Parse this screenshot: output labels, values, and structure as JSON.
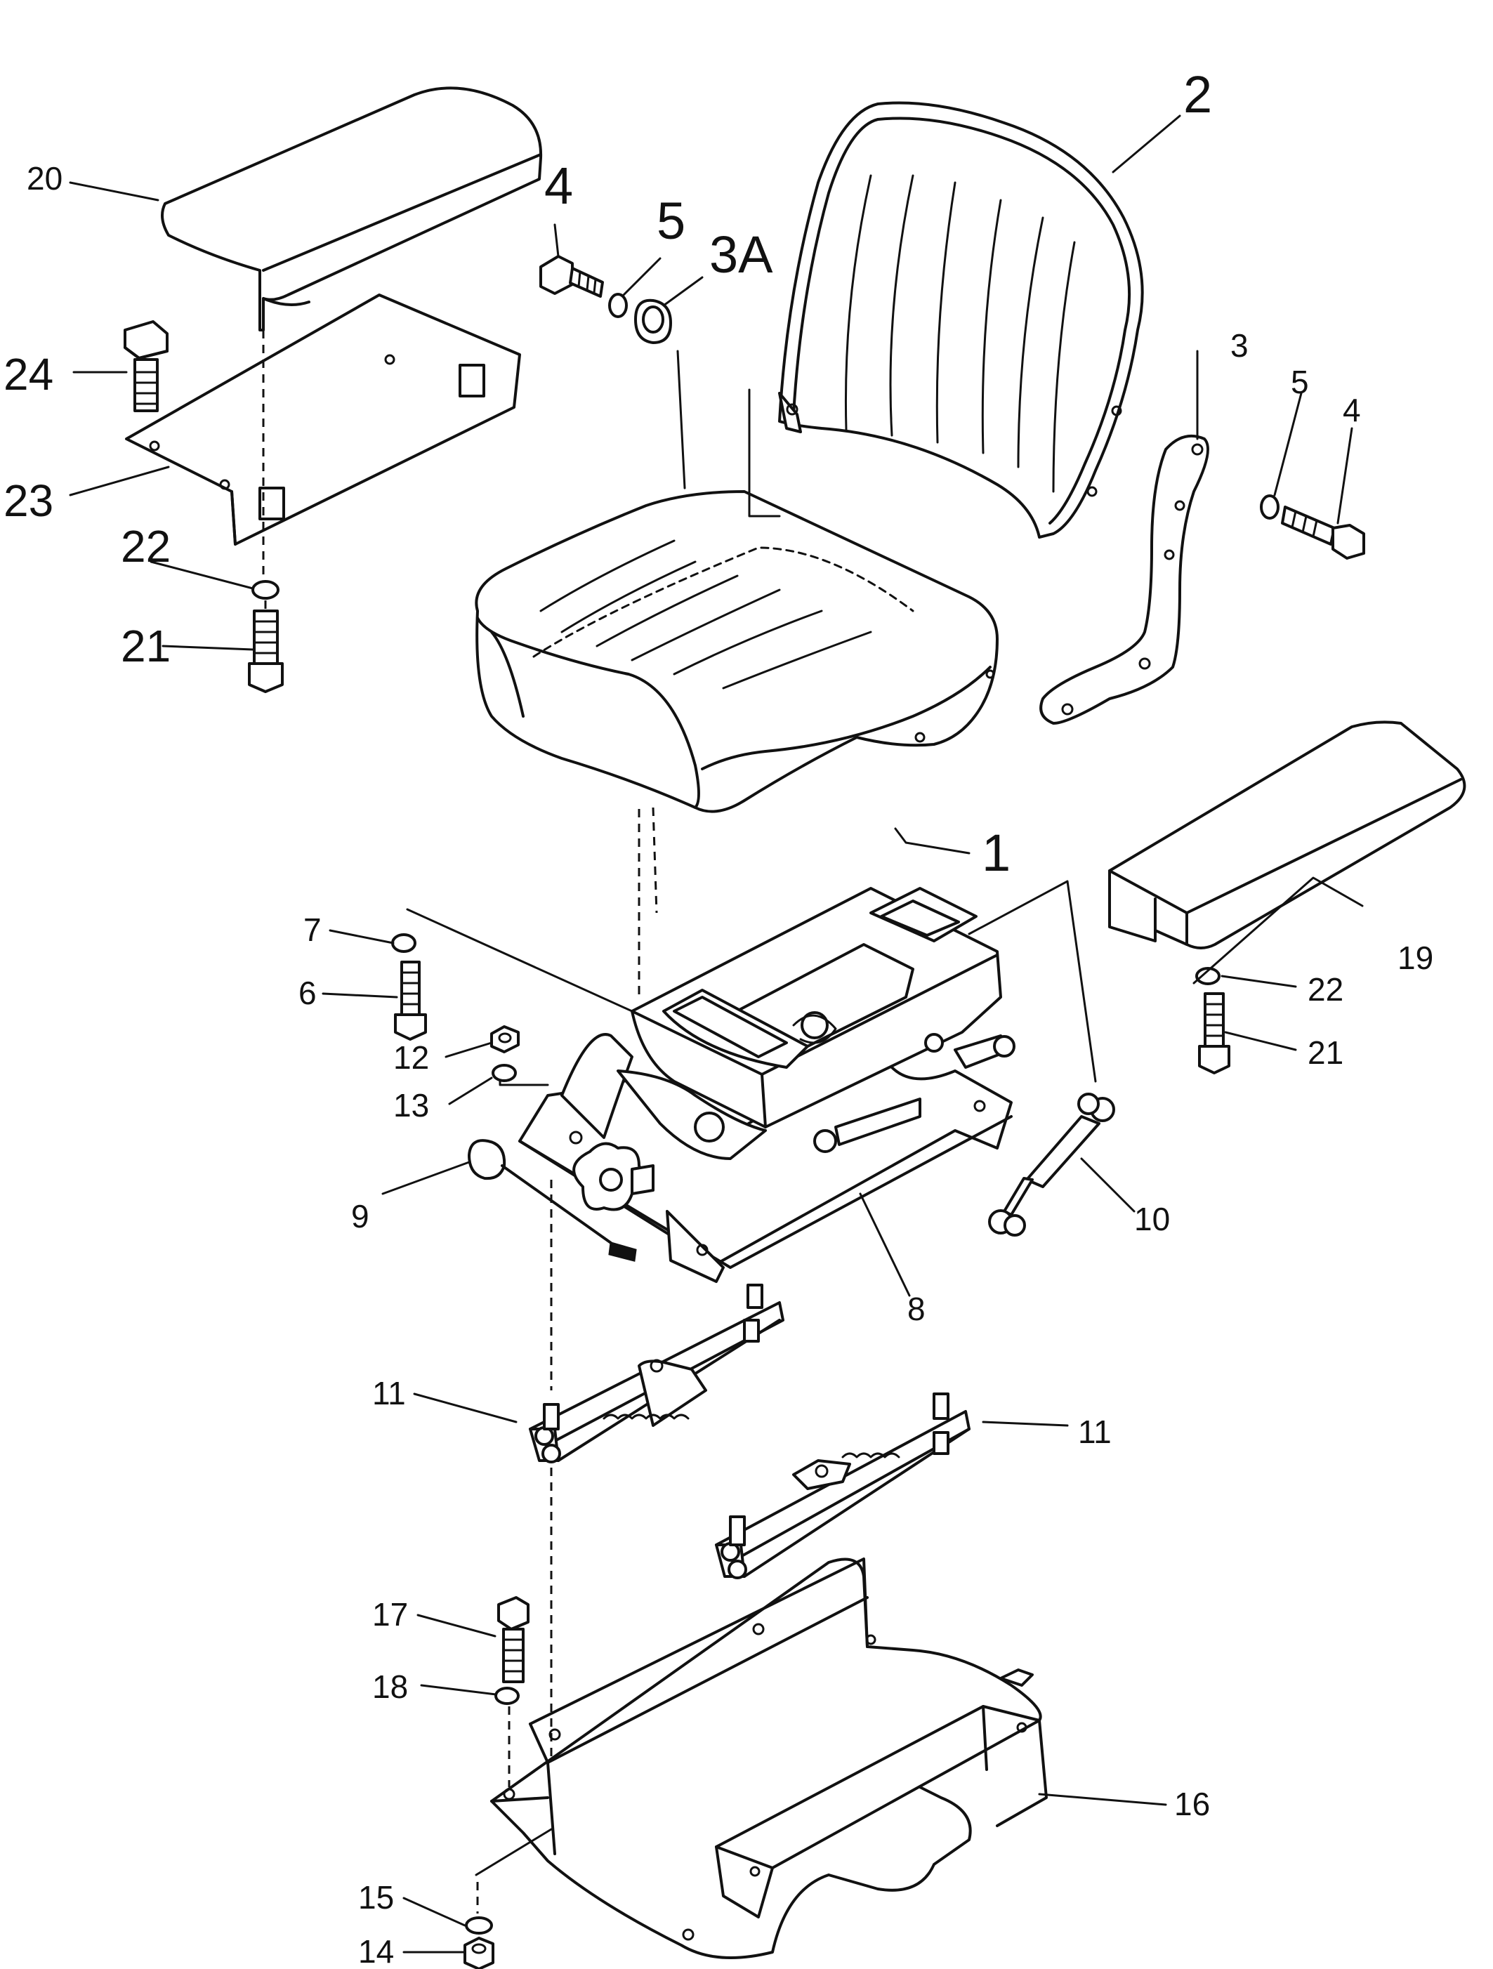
{
  "labels": {
    "p1": "1",
    "p2": "2",
    "p3": "3",
    "p3a": "3A",
    "p4a": "4",
    "p4b": "4",
    "p5a": "5",
    "p5b": "5",
    "p6": "6",
    "p7": "7",
    "p8": "8",
    "p9": "9",
    "p10": "10",
    "p11a": "11",
    "p11b": "11",
    "p12": "12",
    "p13": "13",
    "p14": "14",
    "p15": "15",
    "p16": "16",
    "p17": "17",
    "p18": "18",
    "p19": "19",
    "p20": "20",
    "p21a": "21",
    "p21b": "21",
    "p22a": "22",
    "p22b": "22",
    "p23": "23",
    "p24": "24"
  }
}
